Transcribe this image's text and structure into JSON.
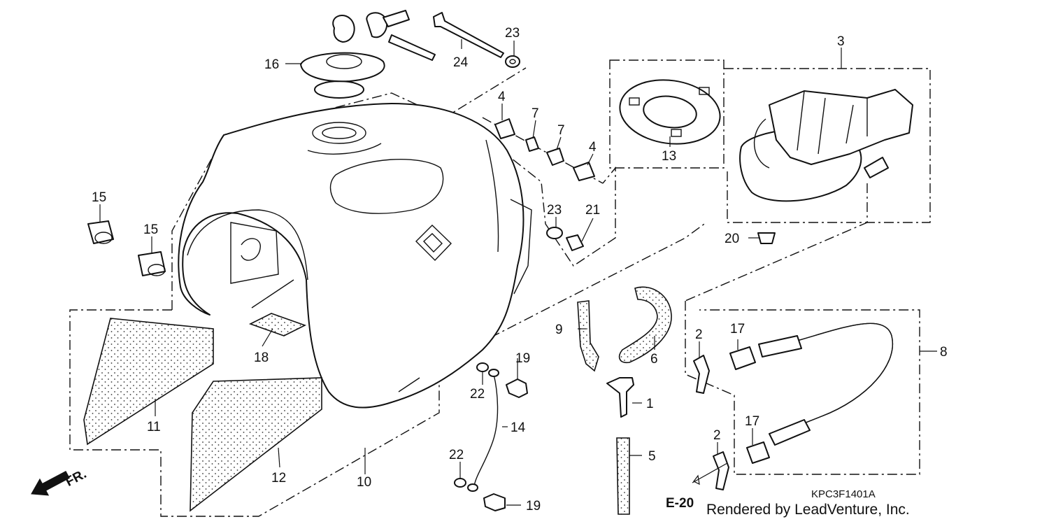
{
  "diagram": {
    "callouts": [
      "1",
      "2",
      "2",
      "3",
      "4",
      "4",
      "5",
      "6",
      "7",
      "7",
      "8",
      "9",
      "10",
      "11",
      "12",
      "13",
      "14",
      "15",
      "15",
      "16",
      "17",
      "17",
      "18",
      "19",
      "19",
      "20",
      "21",
      "22",
      "22",
      "23",
      "23",
      "24"
    ],
    "direction_marker": "FR.",
    "cross_reference": "E-20",
    "drawing_code": "KPC3F1401A",
    "credit": "Rendered by LeadVenture, Inc."
  }
}
